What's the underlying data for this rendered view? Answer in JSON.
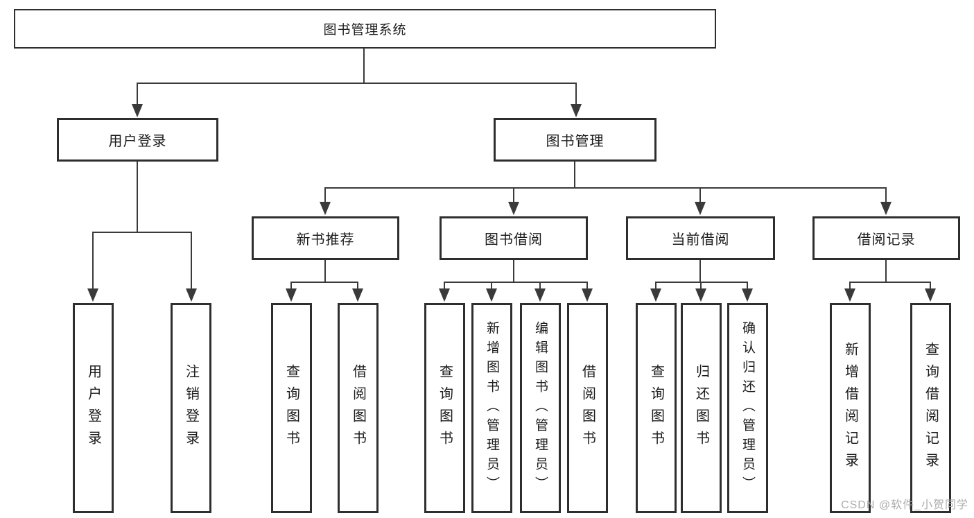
{
  "diagram": {
    "root": "图书管理系统",
    "level2": {
      "user_login": "用户登录",
      "book_management": "图书管理"
    },
    "level3": {
      "new_book_recommend": "新书推荐",
      "book_borrow": "图书借阅",
      "current_borrow": "当前借阅",
      "borrow_records": "借阅记录"
    },
    "leaves": {
      "user_login": [
        "用户登录",
        "注销登录"
      ],
      "new_book_recommend": [
        "查询图书",
        "借阅图书"
      ],
      "book_borrow": [
        "查询图书",
        "新增图书（管理员）",
        "编辑图书（管理员）",
        "借阅图书"
      ],
      "current_borrow": [
        "查询图书",
        "归还图书",
        "确认归还（管理员）"
      ],
      "borrow_records": [
        "新增借阅记录",
        "查询借阅记录"
      ]
    }
  },
  "watermark": "CSDN @软件_小贺同学",
  "colors": {
    "line": "#3a3a3a",
    "box_border": "#2e2e2e",
    "text": "#1c1c1c",
    "watermark": "#a6a6a6",
    "background": "#ffffff"
  }
}
